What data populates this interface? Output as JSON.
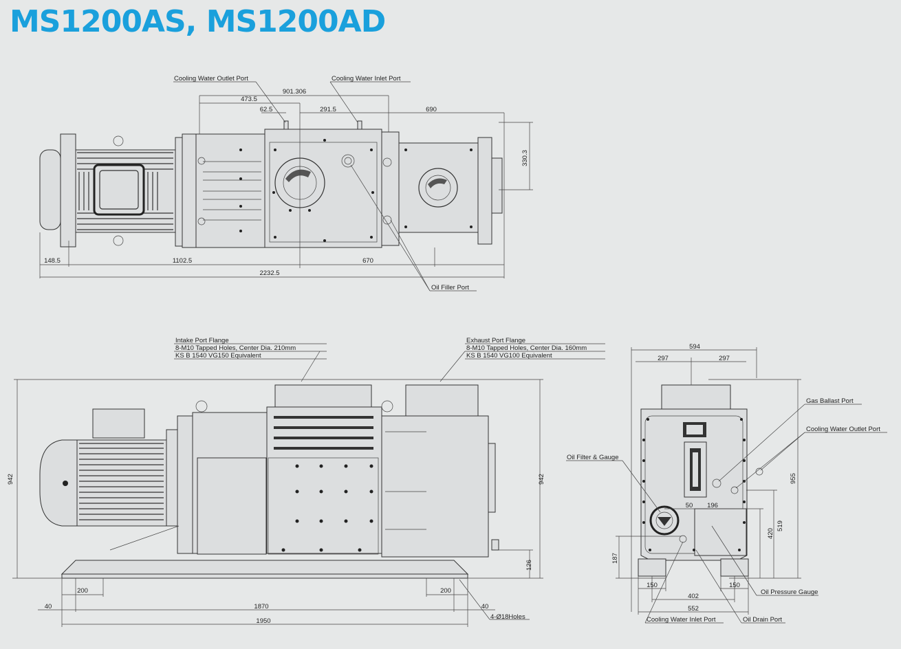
{
  "title": "MS1200AS, MS1200AD",
  "top_view": {
    "callouts": {
      "cooling_water_outlet": "Cooling Water Outlet Port",
      "cooling_water_inlet": "Cooling Water Inlet Port",
      "oil_filler": "Oil Filler Port"
    },
    "dimensions": {
      "d901": "901.306",
      "d473": "473.5",
      "d62": "62.5",
      "d291": "291.5",
      "d690": "690",
      "d330": "330.3",
      "d148": "148.5",
      "d1102": "1102.5",
      "d670": "670",
      "d2232": "2232.5"
    }
  },
  "front_view": {
    "intake": [
      "Intake Port Flange",
      "8-M10 Tapped Holes, Center Dia. 210mm",
      "KS B 1540 VG150 Equivalent"
    ],
    "exhaust": [
      "Exhaust Port Flange",
      "8-M10 Tapped Holes, Center Dia. 160mm",
      "KS B 1540 VG100 Equivalent"
    ],
    "dimensions": {
      "h942_left": "942",
      "h942_right": "942",
      "h126": "126",
      "w200_left": "200",
      "w200_right": "200",
      "w40_left": "40",
      "w40_right": "40",
      "w1870": "1870",
      "w1950": "1950"
    },
    "holes": "4-Ø18Holes"
  },
  "side_view": {
    "callouts": {
      "gas_ballast": "Gas Ballast Port",
      "cooling_water_outlet": "Cooling Water Outlet Port",
      "oil_filter": "Oil Filter & Gauge",
      "oil_pressure": "Oil Pressure Gauge",
      "cooling_water_inlet": "Cooling Water Inlet Port",
      "oil_drain": "Oil Drain Port"
    },
    "dimensions": {
      "w594": "594",
      "w297a": "297",
      "w297b": "297",
      "h955": "955",
      "h519": "519",
      "h420": "420",
      "d50": "50",
      "d196": "196",
      "h187": "187",
      "w150a": "150",
      "w150b": "150",
      "w402": "402",
      "w552": "552"
    }
  }
}
